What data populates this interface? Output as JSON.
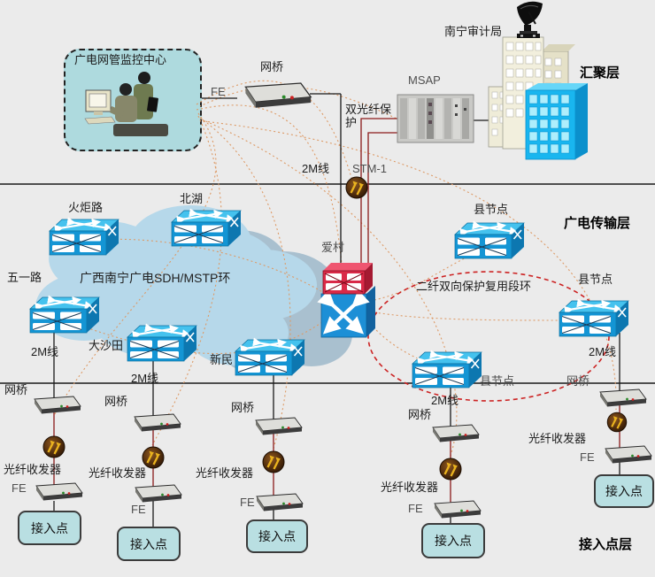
{
  "layers": {
    "aggregation": "汇聚层",
    "transmission": "广电传输层",
    "access": "接入点层"
  },
  "noc": {
    "label": "广电网管监控中心"
  },
  "top": {
    "fe": "FE",
    "bridge": "网桥",
    "msap": "MSAP",
    "dual_fiber": "双光纤保护",
    "line_2m": "2M线",
    "stm1": "STM-1",
    "audit": "南宁审计局"
  },
  "ring": {
    "cloud": "广西南宁广电SDH/MSTP环",
    "ellipse": "二纤双向保护复用段环",
    "line_2m": "2M线",
    "bridge": "网桥",
    "nodes": {
      "huojulu": "火炬路",
      "beihu": "北湖",
      "wuyilu": "五一路",
      "dashatian": "大沙田",
      "xinmin": "新民",
      "aicun": "爱村",
      "county_top": "县节点",
      "county_right": "县节点",
      "county_bottom": "县节点"
    }
  },
  "chains": [
    {
      "line_2m": "2M线",
      "bridge": "网桥",
      "transceiver": "光纤收发器",
      "fe": "FE",
      "access": "接入点"
    },
    {
      "line_2m": "2M线",
      "bridge": "网桥",
      "transceiver": "光纤收发器",
      "fe": "FE",
      "access": "接入点"
    },
    {
      "bridge": "网桥",
      "transceiver": "光纤收发器",
      "fe": "FE",
      "access": "接入点"
    },
    {
      "line_2m": "2M线",
      "bridge": "网桥",
      "transceiver": "光纤收发器",
      "fe": "FE",
      "access": "接入点"
    },
    {
      "transceiver": "光纤收发器",
      "fe": "FE",
      "access": "接入点"
    }
  ],
  "colors": {
    "background": "#ebebeb",
    "cloud": "#b6d8ea",
    "cloud_back": "#a9c0cf",
    "switch_blue": "#1d8fd6",
    "node_red": "#d92a48",
    "ring_dashed": "#cc2222",
    "fiber_line": "#8b1a1a",
    "dotted_orange": "#dd9a66",
    "access_fill": "#b9dfe2"
  }
}
